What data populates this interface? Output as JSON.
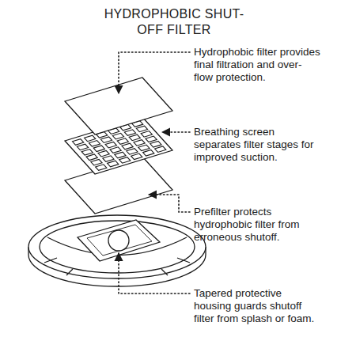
{
  "diagram": {
    "title": "HYDROPHOBIC SHUT-OFF FILTER",
    "labels": [
      "Hydrophobic filter provides final filtration and over-flow protection.",
      "Breathing screen separates filter stages for improved suction.",
      "Prefilter protects hydrophobic filter from erroneous shutoff.",
      "Tapered protective housing guards shutoff filter from splash or foam."
    ]
  }
}
